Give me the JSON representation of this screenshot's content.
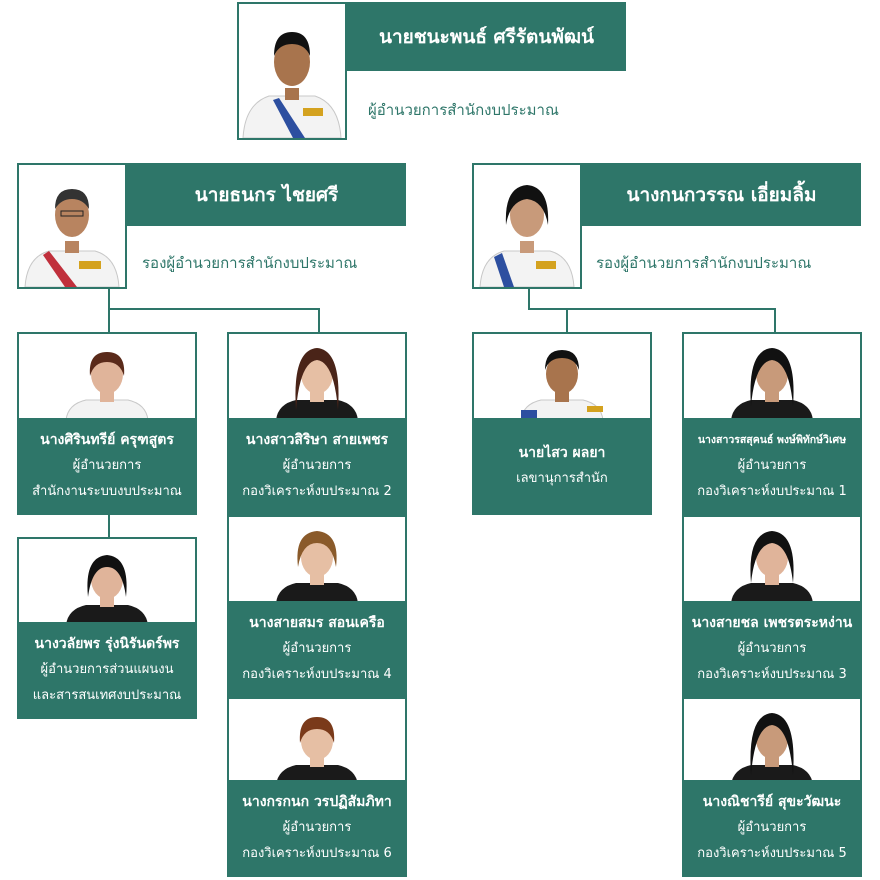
{
  "colors": {
    "primary": "#2e7669",
    "background": "#ffffff"
  },
  "director": {
    "name": "นายชนะพนธ์ ศรีรัตนพัฒน์",
    "position": "ผู้อำนวยการสำนักงบประมาณ"
  },
  "deputies": [
    {
      "name": "นายธนกร ไชยศรี",
      "position": "รองผู้อำนวยการสำนักงบประมาณ"
    },
    {
      "name": "นางกนกวรรณ เอี่ยมลิ้ม",
      "position": "รองผู้อำนวยการสำนักงบประมาณ"
    }
  ],
  "staff": [
    {
      "name": "นางศิรินทรีย์ ครุฑสูตร",
      "line1": "ผู้อำนวยการ",
      "line2": "สำนักงานระบบงบประมาณ"
    },
    {
      "name": "นางวลัยพร รุ่งนิรันดร์พร",
      "line1": "ผู้อำนวยการส่วนแผนงน",
      "line2": "และสารสนเทศงบประมาณ"
    },
    {
      "name": "นางสาวสิริษา สายเพชร",
      "line1": "ผู้อำนวยการ",
      "line2": "กองวิเคราะห์งบประมาณ 2"
    },
    {
      "name": "นางสายสมร สอนเครือ",
      "line1": "ผู้อำนวยการ",
      "line2": "กองวิเคราะห์งบประมาณ 4"
    },
    {
      "name": "นางกรกนก วรปฏิสัมภิทา",
      "line1": "ผู้อำนวยการ",
      "line2": "กองวิเคราะห์งบประมาณ 6"
    },
    {
      "name": "นายไสว ผลยา",
      "line1": "เลขานุการสำนัก",
      "line2": ""
    },
    {
      "name": "นางสาวรสสุคนธ์ พงษ์พิทักษ์วิเศษ",
      "line1": "ผู้อำนวยการ",
      "line2": "กองวิเคราะห์งบประมาณ 1"
    },
    {
      "name": "นางสายชล เพชรตระหง่าน",
      "line1": "ผู้อำนวยการ",
      "line2": "กองวิเคราะห์งบประมาณ 3"
    },
    {
      "name": "นางณิชารีย์ สุขะวัฒนะ",
      "line1": "ผู้อำนวยการ",
      "line2": "กองวิเคราะห์งบประมาณ 5"
    }
  ]
}
